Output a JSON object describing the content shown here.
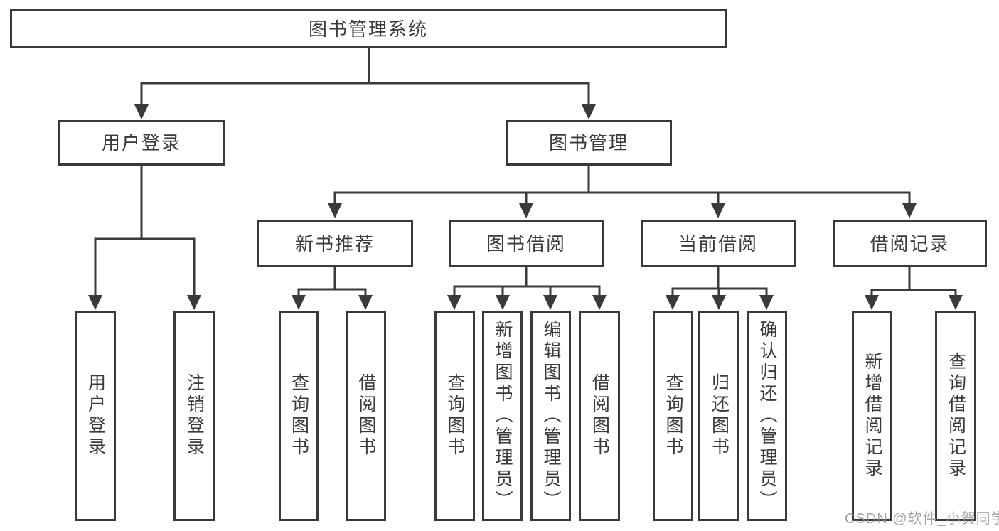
{
  "diagram": {
    "title": "图书管理系统",
    "nodes": {
      "root": {
        "label": "图书管理系统"
      },
      "user_login": {
        "label": "用户登录"
      },
      "book_mgmt": {
        "label": "图书管理"
      },
      "new_book_rec": {
        "label": "新书推荐"
      },
      "book_borrow": {
        "label": "图书借阅"
      },
      "current_borrow": {
        "label": "当前借阅"
      },
      "borrow_records": {
        "label": "借阅记录"
      },
      "leaf_user_login": {
        "label": "用户登录"
      },
      "leaf_logout": {
        "label": "注销登录"
      },
      "leaf_query_book_rec": {
        "label": "查询图书"
      },
      "leaf_borrow_book_rec": {
        "label": "借阅图书"
      },
      "leaf_query_book_borrow": {
        "label": "查询图书"
      },
      "leaf_add_book_admin": {
        "label": "新增图书（管理员）"
      },
      "leaf_edit_book_admin": {
        "label": "编辑图书（管理员）"
      },
      "leaf_borrow_book": {
        "label": "借阅图书"
      },
      "leaf_query_book_current": {
        "label": "查询图书"
      },
      "leaf_return_book": {
        "label": "归还图书"
      },
      "leaf_confirm_return_admin": {
        "label": "确认归还（管理员）"
      },
      "leaf_add_borrow_record": {
        "label": "新增借阅记录"
      },
      "leaf_query_borrow_record": {
        "label": "查询借阅记录"
      }
    },
    "edges": [
      "root→用户登录",
      "root→图书管理",
      "用户登录→用户登录",
      "用户登录→注销登录",
      "图书管理→新书推荐",
      "图书管理→图书借阅",
      "图书管理→当前借阅",
      "图书管理→借阅记录",
      "新书推荐→查询图书",
      "新书推荐→借阅图书",
      "图书借阅→查询图书",
      "图书借阅→新增图书（管理员）",
      "图书借阅→编辑图书（管理员）",
      "图书借阅→借阅图书",
      "当前借阅→查询图书",
      "当前借阅→归还图书",
      "当前借阅→确认归还（管理员）",
      "借阅记录→新增借阅记录",
      "借阅记录→查询借阅记录"
    ],
    "colors": {
      "line": "#3a3a3a",
      "box_border": "#3a3a3a",
      "box_background": "#ffffff",
      "text": "#3a3a3a",
      "watermark": "#949494"
    }
  },
  "watermark": {
    "text": "CSDN @软件_小贺同学"
  }
}
